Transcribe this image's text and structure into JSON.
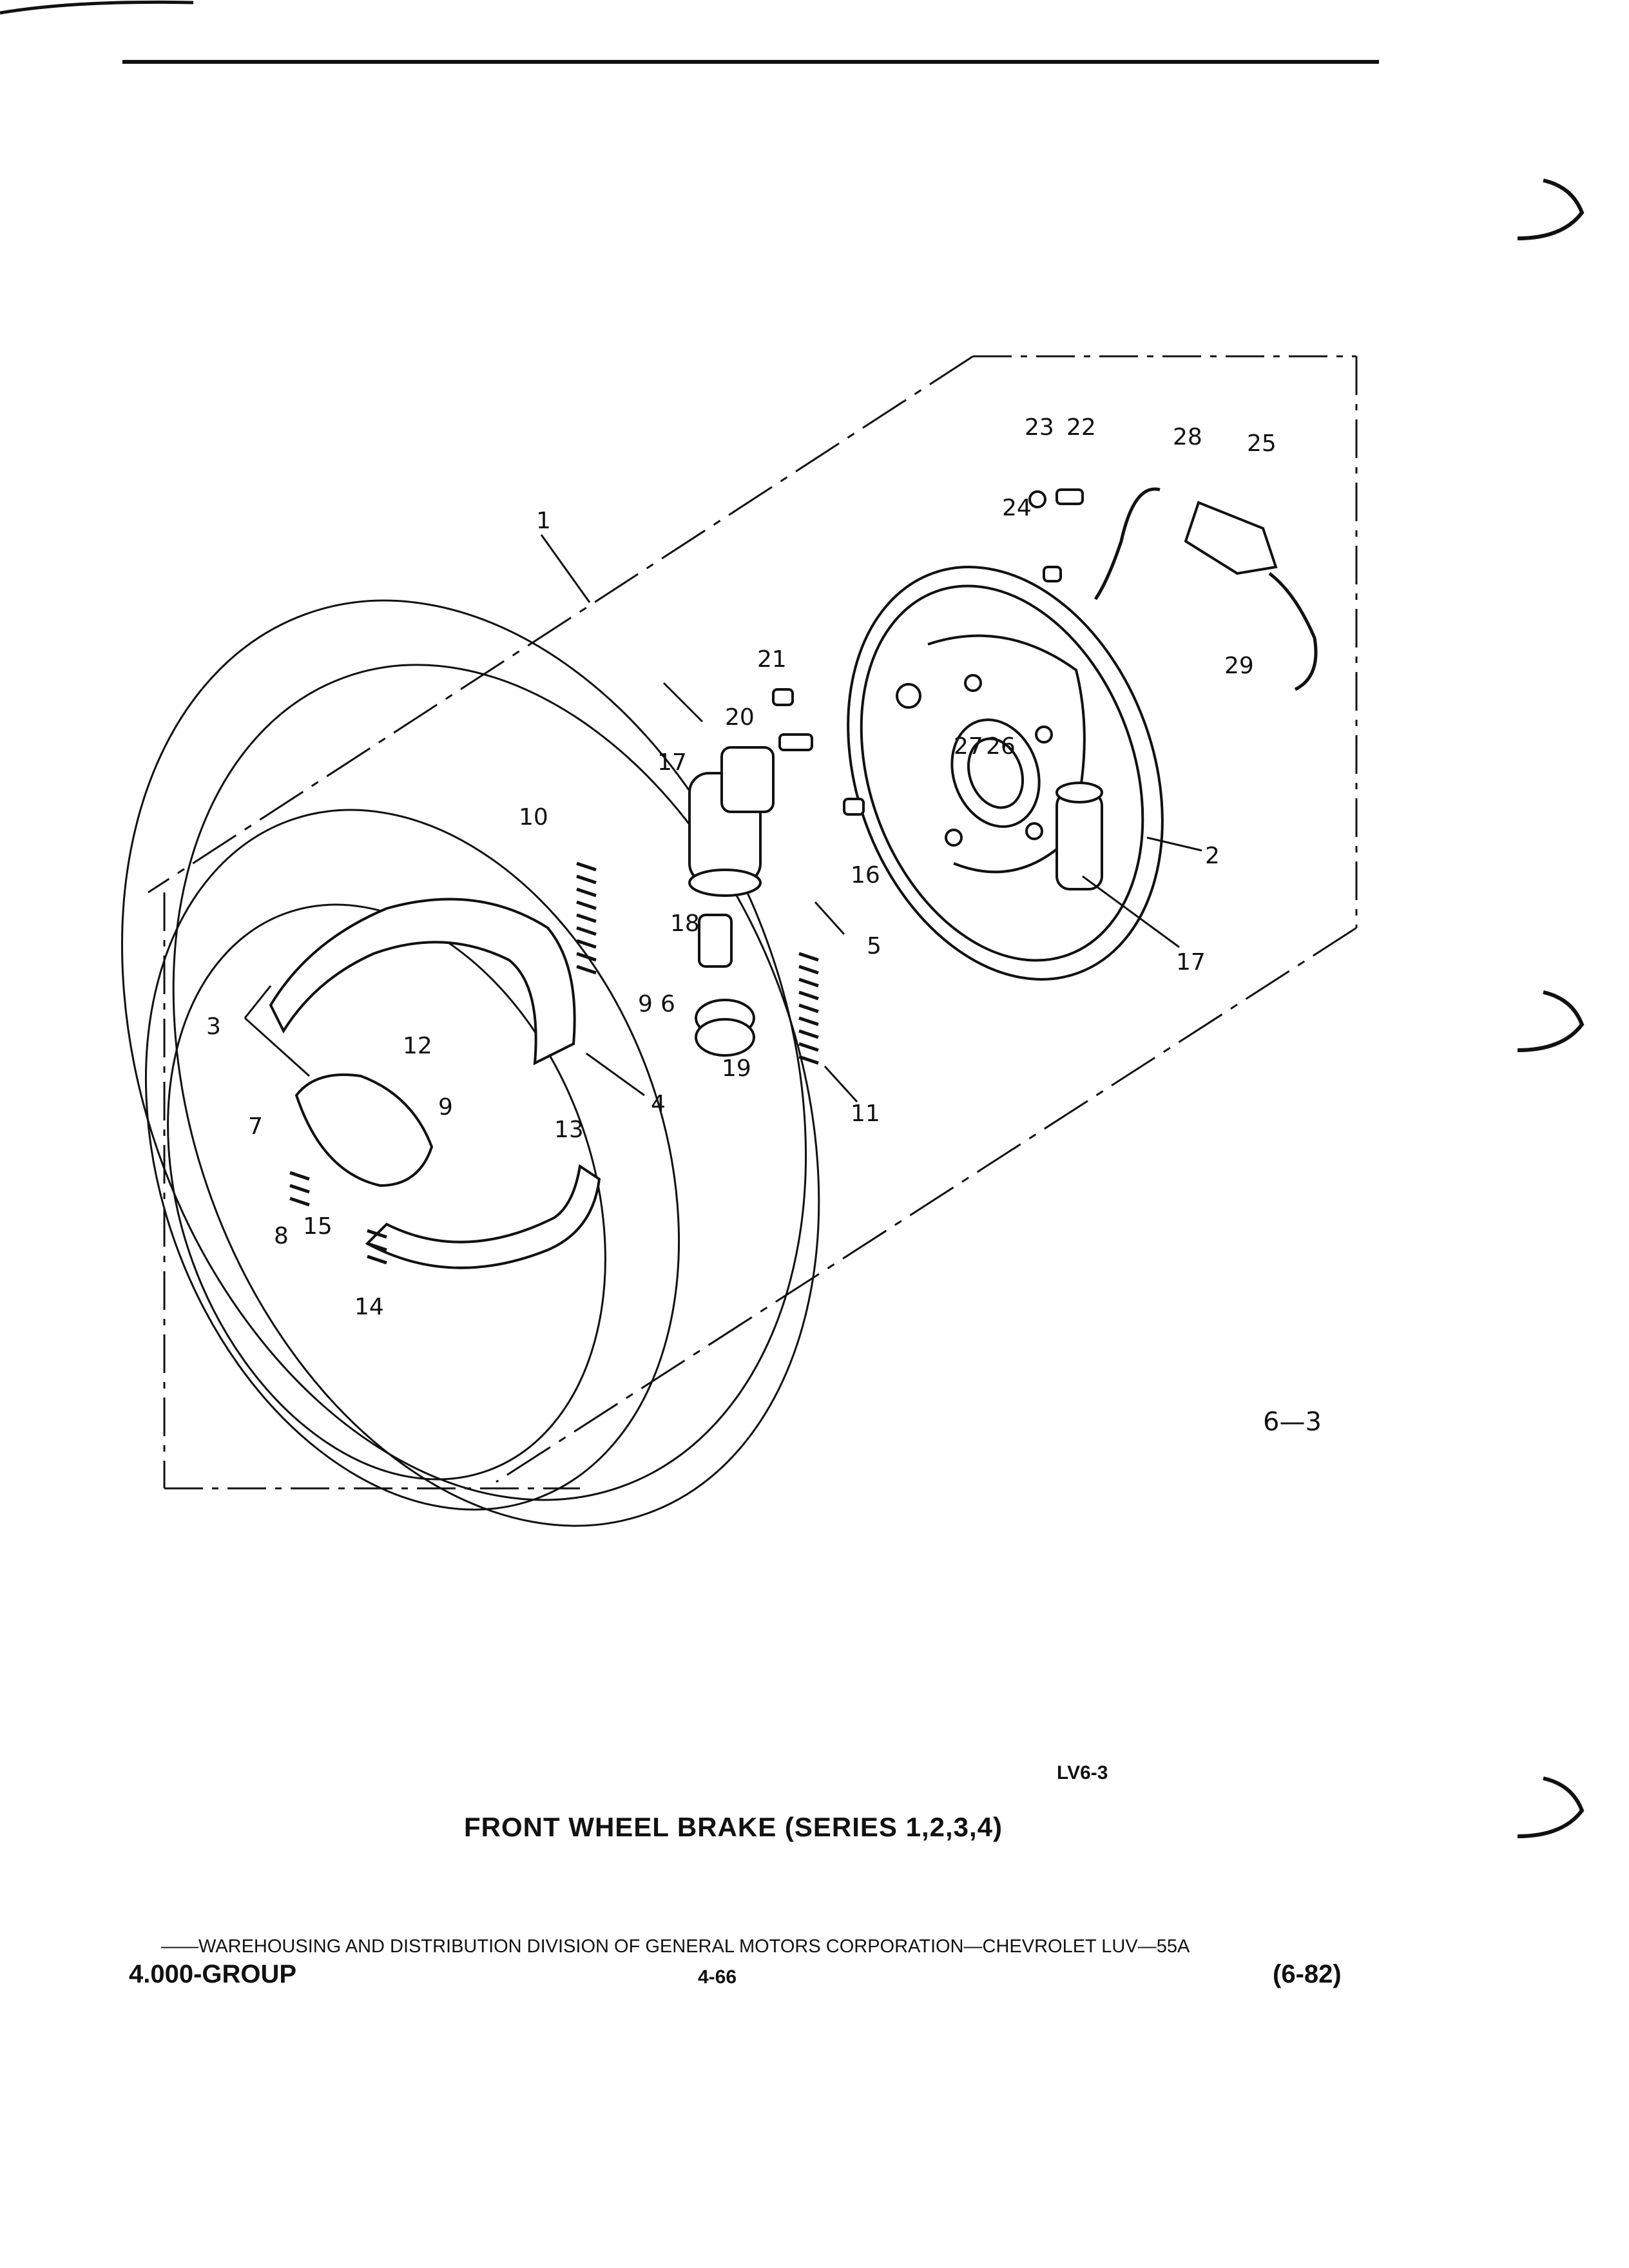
{
  "figure": {
    "part_callouts": [
      "1",
      "2",
      "3",
      "4",
      "5",
      "6",
      "7",
      "8",
      "9",
      "9",
      "10",
      "11",
      "12",
      "13",
      "14",
      "15",
      "16",
      "17",
      "17",
      "18",
      "19",
      "20",
      "21",
      "22",
      "23",
      "24",
      "25",
      "26",
      "27",
      "28",
      "29"
    ],
    "figure_number": "6—3"
  },
  "reference_code": "LV6-3",
  "title": "FRONT WHEEL BRAKE (SERIES 1,2,3,4)",
  "footer": {
    "line": "——WAREHOUSING AND DISTRIBUTION DIVISION OF GENERAL MOTORS CORPORATION—CHEVROLET LUV—55A",
    "group": "4.000-GROUP",
    "page": "4-66",
    "date": "(6-82)"
  }
}
